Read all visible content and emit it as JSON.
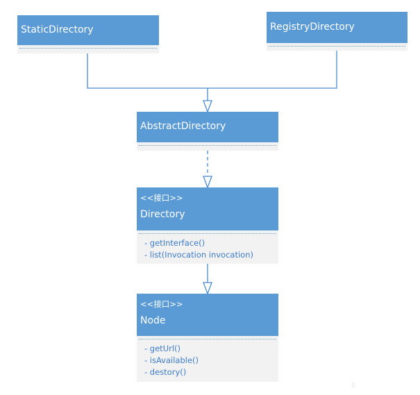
{
  "classes": {
    "static_directory": {
      "name": "StaticDirectory"
    },
    "registry_directory": {
      "name": "RegistryDirectory"
    },
    "abstract_directory": {
      "name": "AbstractDirectory"
    },
    "directory": {
      "stereotype": "<<接口>>",
      "name": "Directory",
      "methods": [
        "- getInterface()",
        "- list(Invocation invocation)"
      ]
    },
    "node": {
      "stereotype": "<<接口>>",
      "name": "Node",
      "methods": [
        "- getUrl()",
        "- isAvailable()",
        "- destory()"
      ]
    }
  },
  "colors": {
    "header": "#5b9bd5",
    "body": "#f2f2f2",
    "line": "#4a8ad0",
    "method_text": "#3d7cc9"
  },
  "relations": [
    {
      "from": "StaticDirectory",
      "to": "AbstractDirectory",
      "type": "generalization"
    },
    {
      "from": "RegistryDirectory",
      "to": "AbstractDirectory",
      "type": "generalization"
    },
    {
      "from": "AbstractDirectory",
      "to": "Directory",
      "type": "realization"
    },
    {
      "from": "Directory",
      "to": "Node",
      "type": "generalization"
    }
  ],
  "watermark": "8"
}
